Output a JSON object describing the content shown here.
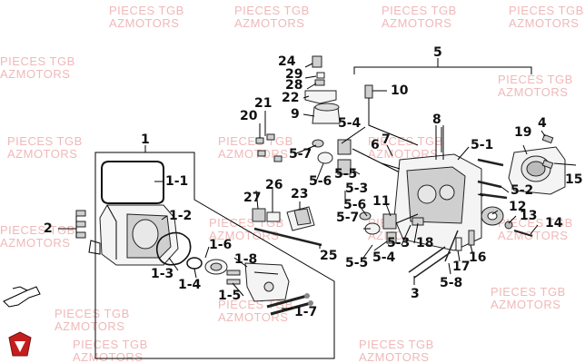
{
  "watermark": {
    "line1": "PIECES TGB",
    "line2": "AZMOTORS"
  },
  "labels": {
    "n1": "1",
    "n1_1": "1-1",
    "n1_2": "1-2",
    "n1_3": "1-3",
    "n1_4": "1-4",
    "n1_5": "1-5",
    "n1_6": "1-6",
    "n1_7": "1-7",
    "n1_8": "1-8",
    "n2": "2",
    "n3": "3",
    "n4": "4",
    "n5": "5",
    "n5_1": "5-1",
    "n5_2": "5-2",
    "n5_3a": "5-3",
    "n5_3b": "5-3",
    "n5_4a": "5-4",
    "n5_4b": "5-4",
    "n5_5a": "5-5",
    "n5_5b": "5-5",
    "n5_6a": "5-6",
    "n5_6b": "5-6",
    "n5_7a": "5-7",
    "n5_7b": "5-7",
    "n5_8": "5-8",
    "n6": "6",
    "n7": "7",
    "n8": "8",
    "n9": "9",
    "n10": "10",
    "n11": "11",
    "n12": "12",
    "n13": "13",
    "n14": "14",
    "n15": "15",
    "n16": "16",
    "n17": "17",
    "n18": "18",
    "n19": "19",
    "n20": "20",
    "n21": "21",
    "n22": "22",
    "n23": "23",
    "n24": "24",
    "n25": "25",
    "n26": "26",
    "n27": "27",
    "n28": "28",
    "n29": "29"
  }
}
